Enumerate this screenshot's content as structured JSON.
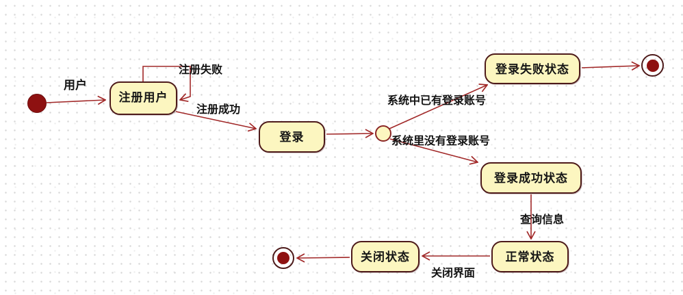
{
  "diagram": {
    "type": "uml-state-diagram",
    "colors": {
      "state_fill": "#fcf6c0",
      "state_border": "#4d1a1a",
      "arrow": "#a12828",
      "terminal_fill": "#8e1111",
      "text": "#111111",
      "background": "#ffffff"
    },
    "states": [
      {
        "id": "register",
        "label": "注册用户"
      },
      {
        "id": "login",
        "label": "登录"
      },
      {
        "id": "login_failed",
        "label": "登录失败状态"
      },
      {
        "id": "login_success",
        "label": "登录成功状态"
      },
      {
        "id": "normal",
        "label": "正常状态"
      },
      {
        "id": "closed",
        "label": "关闭状态"
      }
    ],
    "transitions": [
      {
        "from": "initial",
        "to": "register",
        "label": "用户"
      },
      {
        "from": "register",
        "to": "register",
        "label": "注册失败"
      },
      {
        "from": "register",
        "to": "login",
        "label": "注册成功"
      },
      {
        "from": "login",
        "to": "junction",
        "label": ""
      },
      {
        "from": "junction",
        "to": "login_failed",
        "label": "系统中已有登录账号"
      },
      {
        "from": "junction",
        "to": "login_success",
        "label": "系统里没有登录账号"
      },
      {
        "from": "login_failed",
        "to": "final_top",
        "label": ""
      },
      {
        "from": "login_success",
        "to": "normal",
        "label": "查询信息"
      },
      {
        "from": "normal",
        "to": "closed",
        "label": "关闭界面"
      },
      {
        "from": "closed",
        "to": "final_bottom",
        "label": ""
      }
    ]
  }
}
